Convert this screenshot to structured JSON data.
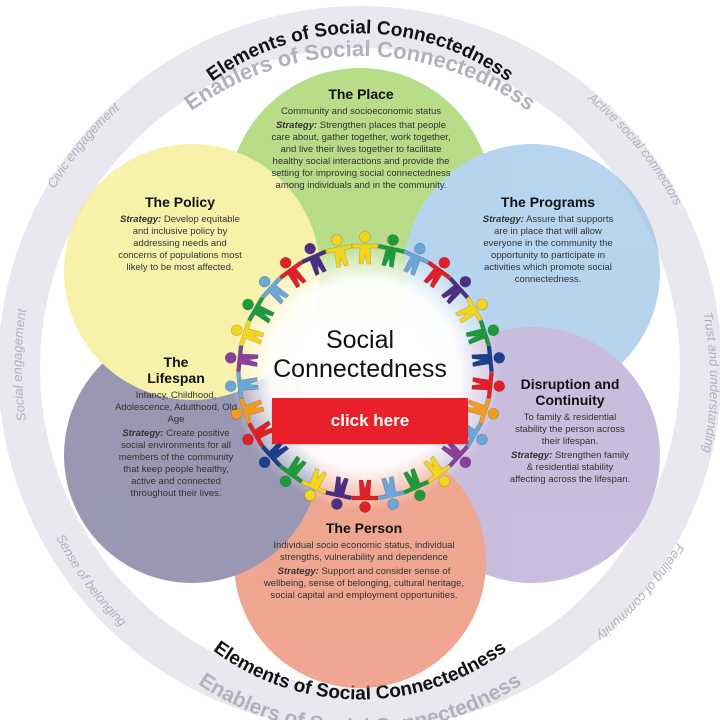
{
  "ring": {
    "enablers_top": "Enablers of Social Connectedness",
    "elements_top": "Elements of Social Connectedness",
    "elements_bottom": "Elements of Social Connectedness",
    "enablers_bottom": "Enablers of Social Connectedness",
    "labels": [
      "Civic engagement",
      "Active social connectors",
      "Trust and understanding",
      "Feeling of community",
      "Sense of belonging",
      "Social engagement"
    ]
  },
  "center": {
    "title_line1": "Social",
    "title_line2": "Connectedness",
    "button_label": "click here"
  },
  "colors": {
    "place": "#8cc63f",
    "programs": "#8bbbe3",
    "disruption": "#a896c9",
    "person": "#e6704f",
    "lifespan": "#5b5882",
    "policy": "#f3ea77",
    "ring": "#e9e8ee",
    "ring_text": "#b1b0bc",
    "button": "#e8202a"
  },
  "petals": {
    "place": {
      "title": "The Place",
      "subtitle": "Community and socioeconomic status",
      "strategy_label": "Strategy:",
      "strategy": "Strengthen places that people care about, gather together, work together, and live their lives together to facilitate healthy social interactions and provide the setting for improving social connectedness among individuals and in the community."
    },
    "programs": {
      "title": "The Programs",
      "strategy_label": "Strategy:",
      "strategy": "Assure that supports are in place that will allow everyone in the community the opportunity to participate in activities which promote social connectedness."
    },
    "disruption": {
      "title": "Disruption and Continuity",
      "subtitle": "To family & residential stability the person across their lifespan.",
      "strategy_label": "Strategy:",
      "strategy": "Strengthen family & residential stability affecting across the lifespan."
    },
    "person": {
      "title": "The Person",
      "subtitle": "Individual socio economic status, individual strengths, vulnerability and dependence",
      "strategy_label": "Strategy:",
      "strategy": "Support and consider sense of wellbeing, sense of belonging, cultural heritage, social capital and employment opportunities."
    },
    "lifespan": {
      "title": "The Lifespan",
      "subtitle": "Infancy, Childhood, Adolescence, Adulthood, Old Age",
      "strategy_label": "Strategy:",
      "strategy": "Create positive social environments for all members of the community that keep people healthy, active and connected throughout their lives."
    },
    "policy": {
      "title": "The Policy",
      "strategy_label": "Strategy:",
      "strategy": "Develop equitable and inclusive policy by addressing needs and concerns of populations most likely to be most affected."
    }
  },
  "figure_colors": [
    "#f2d51f",
    "#1e9a3c",
    "#6aa6d8",
    "#e11f26",
    "#4c2f84",
    "#f2d51f",
    "#1e9a3c",
    "#1b3f8f",
    "#e11f26",
    "#f29b1f",
    "#6aa6d8",
    "#8b3f9b"
  ]
}
